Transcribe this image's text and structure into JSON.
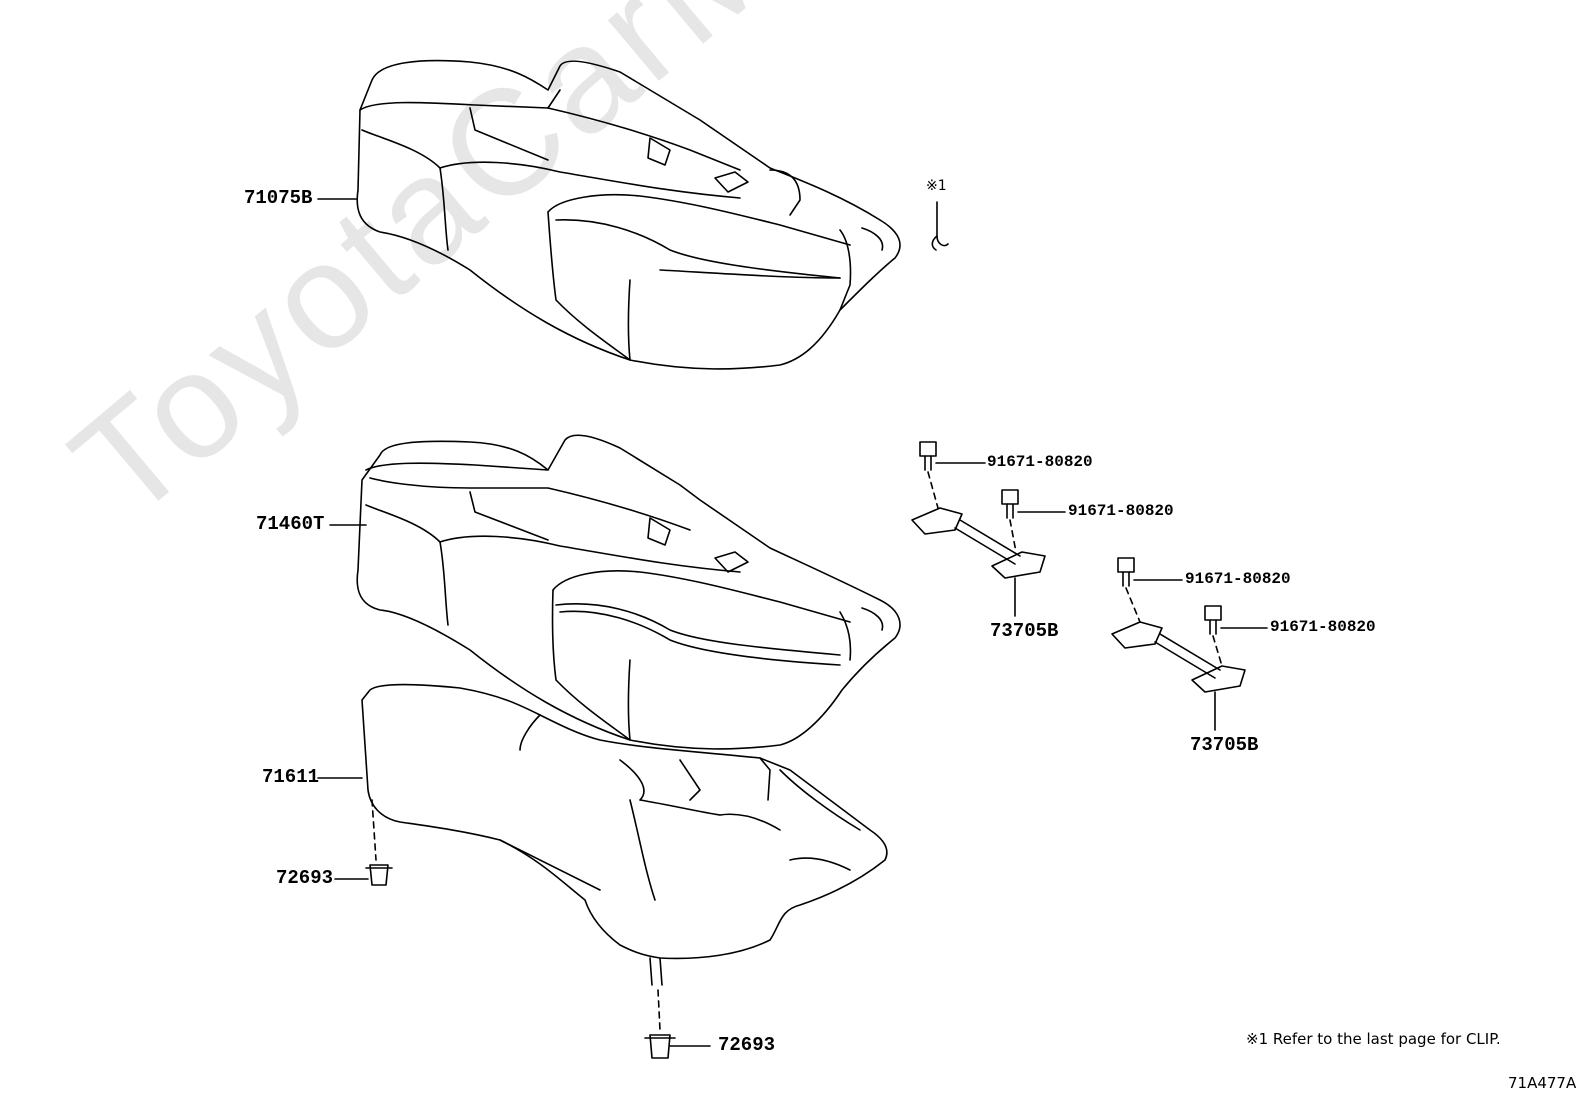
{
  "watermark": "ToyotaCarMine.ru",
  "parts": {
    "seat_cover": "71075B",
    "seat_pad": "71460T",
    "seat_frame": "71611",
    "clip_left": "72693",
    "clip_bottom": "72693",
    "hook_upper": "73705B",
    "hook_lower": "73705B"
  },
  "bolts": {
    "bolt_1": "91671-80820",
    "bolt_2": "91671-80820",
    "bolt_3": "91671-80820",
    "bolt_4": "91671-80820"
  },
  "reference_mark": "※1",
  "footnote": "※1 Refer to the last page for CLIP.",
  "drawing_id": "71A477A",
  "colors": {
    "line": "#000000",
    "watermark": "#e6e6e6",
    "background": "#ffffff"
  },
  "icons": [
    "seat-cover-drawing",
    "seat-pad-drawing",
    "seat-frame-drawing",
    "clip-icon",
    "bolt-icon",
    "hook-bracket-icon"
  ]
}
